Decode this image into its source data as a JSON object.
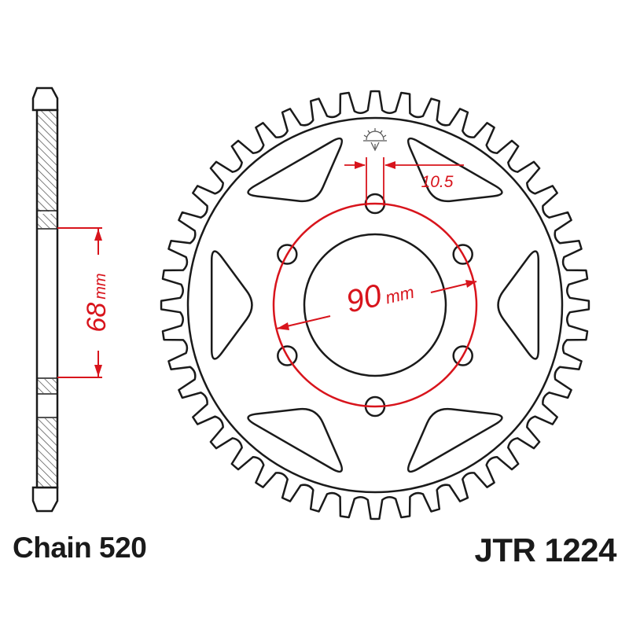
{
  "chain_label": "Chain 520",
  "part_label": "JTR 1224",
  "dimensions": {
    "bolt_circle": {
      "value": "90",
      "unit": "mm"
    },
    "bolt_spacing": {
      "value": "68",
      "unit": "mm"
    },
    "hole_diameter": {
      "value": "10.5"
    }
  },
  "colors": {
    "outline": "#1a1a1a",
    "dimension": "#d8141c",
    "hatch": "#444444"
  }
}
